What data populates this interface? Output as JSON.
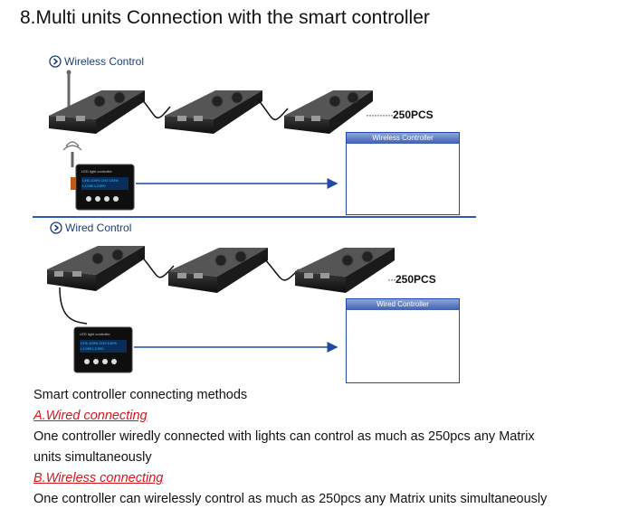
{
  "page": {
    "title": "8.Multi units Connection with the smart controller"
  },
  "wireless_section": {
    "label": "Wireless Control",
    "count_label": "250PCS",
    "panel_title": "Wireless Controller"
  },
  "wired_section": {
    "label": "Wired Control",
    "count_label": "250PCS",
    "panel_title": "Wired Controller"
  },
  "controller_screen": {
    "brand_line": "LED light controller",
    "readout_line_1": "CH1:100% CH2:100%",
    "readout_line_2": "L1:090 L2:090"
  },
  "description": {
    "heading": "Smart controller connecting methods",
    "wired_link": "A.Wired connecting",
    "wired_text": "One controller wiredly connected with lights can control as much as 250pcs any Matrix",
    "wired_text_2": "units simultaneously",
    "wireless_link": "B.Wireless connecting",
    "wireless_text": "One controller can wirelessly control as much as 250pcs any Matrix units simultaneously"
  },
  "colors": {
    "accent_blue": "#1f4aa8",
    "link_red": "#d9141b",
    "controller_red": "#e04a3f"
  }
}
